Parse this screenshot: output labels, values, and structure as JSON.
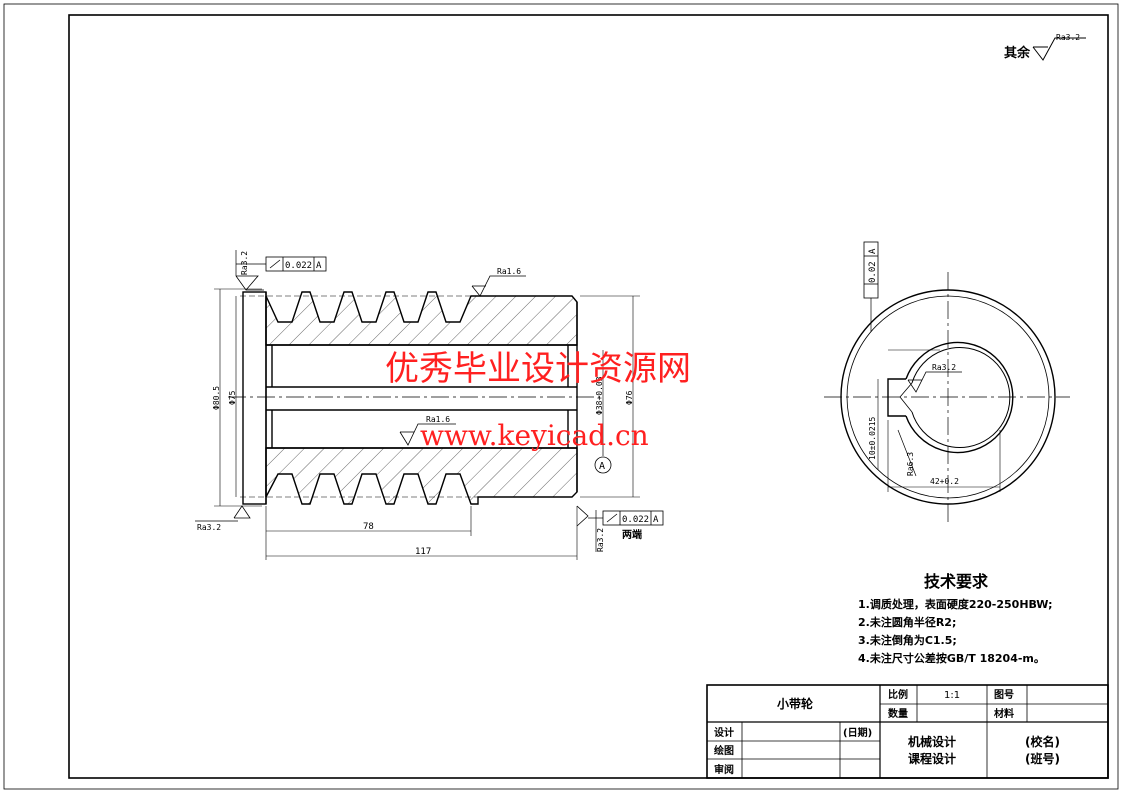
{
  "surface_finish_note": {
    "label": "其余",
    "ra": "Ra3.2"
  },
  "watermark": {
    "title": "优秀毕业设计资源网",
    "url": "www.keyicad.cn"
  },
  "side_view": {
    "ra_top_left": "Ra3.2",
    "ra_top_right": "Ra1.6",
    "ra_inner": "Ra1.6",
    "ra_bottom_left": "Ra3.2",
    "ra_right_end": "Ra3.2",
    "tolerance_top": {
      "value": "0.022",
      "datum": "A"
    },
    "tolerance_right": {
      "value": "0.022",
      "datum": "A"
    },
    "dim_outer": "Φ80.5",
    "dim_shoulder": "Φ75",
    "dim_bore": "Φ38+0.03",
    "dim_right": "Φ76",
    "dim_length_thread": "78",
    "dim_length_total": "117",
    "datum_label": "A",
    "both_ends_label": "两端"
  },
  "end_view": {
    "tolerance": {
      "value": "0.02",
      "datum": "A"
    },
    "ra_keyway": "Ra3.2",
    "ra_side": "Ra6.3",
    "dim_keyway_width": "10±0.0215",
    "dim_keyway_depth": "42+0.2"
  },
  "tech_requirements": {
    "title": "技术要求",
    "items": [
      "1.调质处理，表面硬度220-250HBW;",
      "2.未注圆角半径R2;",
      "3.未注倒角为C1.5;",
      "4.未注尺寸公差按GB/T 18204-m。"
    ]
  },
  "title_block": {
    "part_name": "小带轮",
    "scale_label": "比例",
    "scale_value": "1:1",
    "drawing_no_label": "图号",
    "quantity_label": "数量",
    "material_label": "材料",
    "designer_label": "设计",
    "date_label": "(日期)",
    "drafter_label": "绘图",
    "reviewer_label": "审阅",
    "course_line1": "机械设计",
    "course_line2": "课程设计",
    "school": "(校名)",
    "class_no": "(班号)"
  }
}
